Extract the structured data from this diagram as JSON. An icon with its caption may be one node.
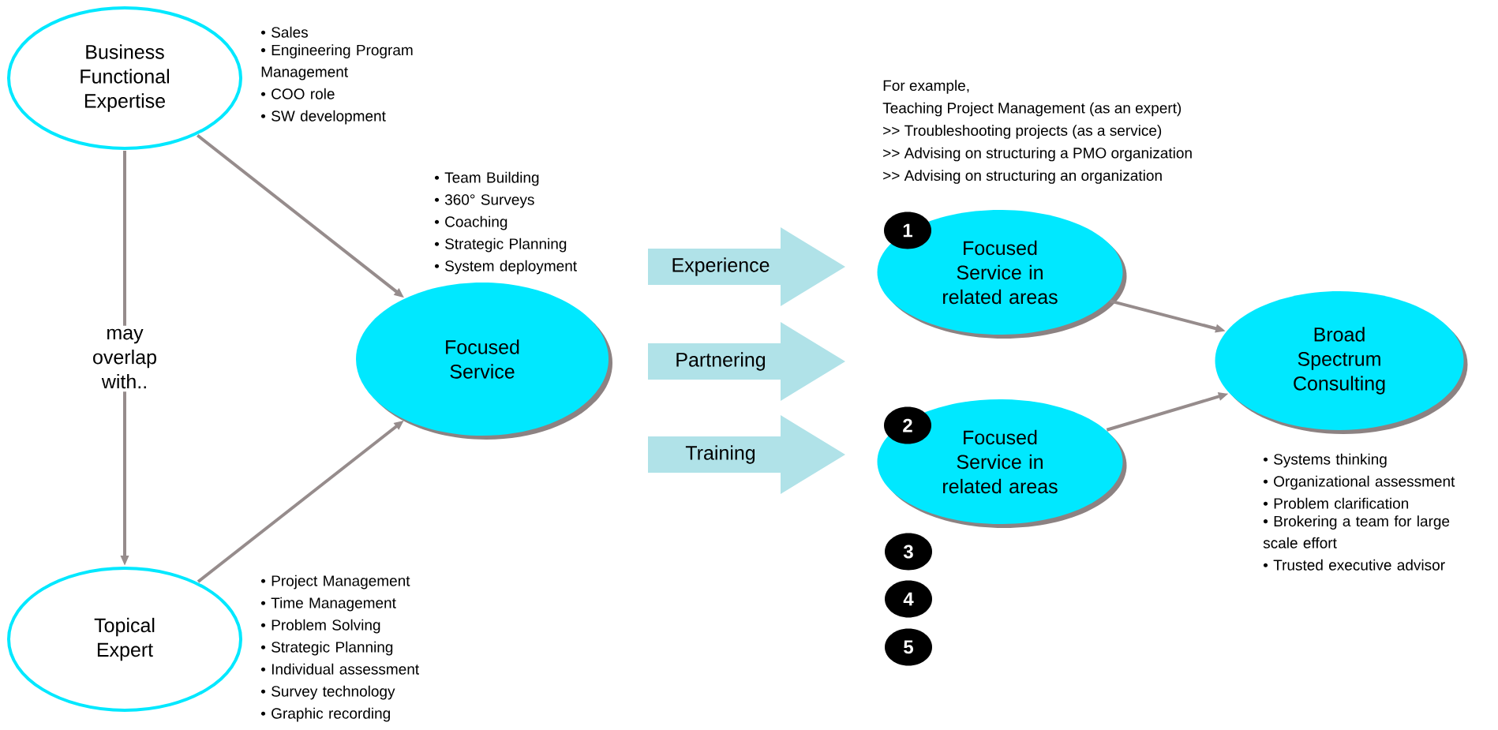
{
  "diagram": {
    "nodes": [
      {
        "text": [
          "Business Functional Expertise"
        ],
        "beside": [
          "• Sales",
          "• Engineering Program Management",
          "• COO role",
          "• SW development"
        ]
      },
      {
        "text": [
          "Topical Expert"
        ],
        "beside": [
          "• Project Management",
          "• Time Management",
          "• Problem Solving",
          "• Strategic Planning",
          "• Individual assessment",
          "• Survey technology",
          "• Graphic recording"
        ]
      },
      {
        "text": [
          "Focused Service"
        ],
        "beside": [
          "• Team Building",
          "• 360° Surveys",
          "• Coaching",
          "• Strategic Planning",
          "• System deployment"
        ]
      },
      {
        "text": [
          "Experience"
        ]
      },
      {
        "text": [
          "Partnering"
        ]
      },
      {
        "text": [
          "Training"
        ]
      },
      {
        "text": [
          "Focused Service in related areas"
        ]
      },
      {
        "text": [
          "Focused Service in related areas"
        ]
      },
      {
        "text": [
          "Broad Spectrum Consulting"
        ],
        "beside": [
          "• Systems thinking",
          "• Organizational assessment",
          "• Problem clarification",
          "• Brokering a team for large scale effort",
          "• Trusted executive advisor"
        ]
      },
      {
        "text": [
          "1"
        ]
      },
      {
        "text": [
          "2"
        ]
      },
      {
        "text": [
          "3"
        ]
      },
      {
        "text": [
          "4"
        ]
      },
      {
        "text": [
          "5"
        ]
      }
    ],
    "edges": [
      {
        "from": 0,
        "to": 1,
        "arrow": "to",
        "label": "may overlap with.."
      },
      {
        "from": 0,
        "to": 2,
        "arrow": "to"
      },
      {
        "from": 1,
        "to": 2,
        "arrow": "to"
      },
      {
        "from": 6,
        "to": 8,
        "arrow": "to"
      },
      {
        "from": 7,
        "to": 8,
        "arrow": "to"
      }
    ],
    "labels": [
      "For example,",
      "Teaching Project Management (as an expert)",
      ">> Troubleshooting projects (as a service)",
      ">> Advising on structuring a PMO organization",
      ">> Advising on structuring an organization"
    ]
  }
}
